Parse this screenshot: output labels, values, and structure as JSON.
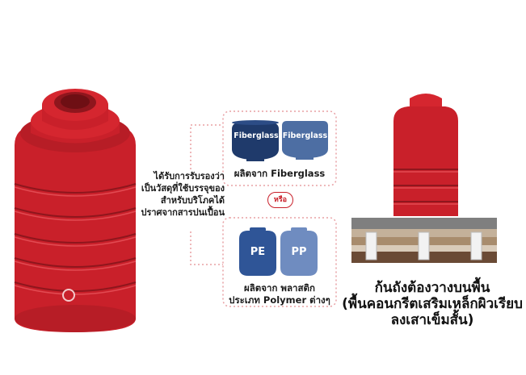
{
  "left_callout": {
    "lines": [
      "ได้รับการรับรองว่า",
      "เป็นวัสดุที่ใช้บรรจุของ",
      "สำหรับบริโภคได้",
      "ปราศจากสารปนเปื้อน"
    ]
  },
  "fiberglass_box": {
    "tank_label_1": "Fiberglass",
    "tank_label_2": "Fiberglass",
    "caption": "ผลิตจาก Fiberglass"
  },
  "or_badge": "หรือ",
  "polymer_box": {
    "tank_label_1": "PE",
    "tank_label_2": "PP",
    "caption_line_1": "ผลิตจาก พลาสติก",
    "caption_line_2": "ประเภท Polymer ต่างๆ"
  },
  "right_caption": {
    "lines": [
      "ก้นถังต้องวางบนพื้น",
      "(พื้นคอนกรีตเสริมเหล็กผิวเรียบ",
      "ลงเสาเข็มสั้น)"
    ]
  },
  "colors": {
    "tank_red": "#c9202a",
    "tank_dark": "#a51a22",
    "fiberglass_dark": "#1f3a6b",
    "fiberglass_light": "#4d6ea3",
    "pe_blue": "#2f5597",
    "pp_blue": "#6f8cc0",
    "dotted_red": "#e8a0a4"
  },
  "icons": [
    "water-tank-icon",
    "fiberglass-tank-icon",
    "plastic-tank-icon",
    "ground-foundation-icon"
  ]
}
